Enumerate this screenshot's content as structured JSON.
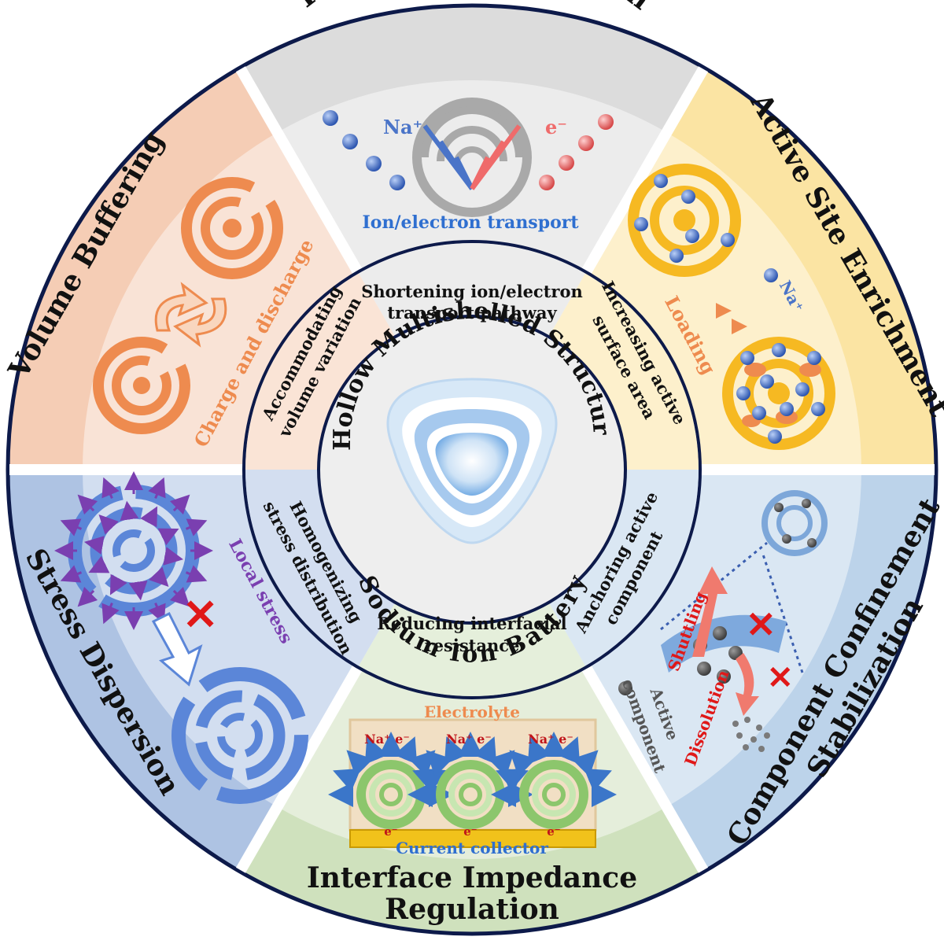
{
  "center": {
    "title": "Hollow Multishelled Structure",
    "subtitle": "Sodium Ion Battery"
  },
  "sectors": {
    "transport": {
      "title": "Transport Acceleration",
      "mid_line1": "Shortening ion/electron",
      "mid_line2": "transport pathway",
      "label_na": "Na⁺",
      "label_e": "e⁻",
      "caption": "Ion/electron transport"
    },
    "active_site": {
      "title": "Active Site Enrichment",
      "mid_line1": "Increasing active",
      "mid_line2": "surface area",
      "loading": "Loading",
      "na": "Na⁺"
    },
    "confinement": {
      "title_line1": "Component Confinement",
      "title_line2": "Stabilization",
      "mid_line1": "Anchoring active",
      "mid_line2": "component",
      "shuttling": "Shuttling",
      "dissolution": "Dissolution",
      "active_line1": "Active",
      "active_line2": "component"
    },
    "interface": {
      "title_line1": "Interface Impedance",
      "title_line2": "Regulation",
      "mid_line1": "Reducing interfacial",
      "mid_line2": "resistance",
      "electrolyte": "Electrolyte",
      "current_collector": "Current collector",
      "na_e": [
        "Na⁺ e⁻",
        "Na⁺ e⁻",
        "Na⁺ e⁻"
      ],
      "e_labels": [
        "e⁻",
        "e⁻",
        "e⁻"
      ]
    },
    "stress": {
      "title": "Stress Dispersion",
      "mid_line1": "Homogenizing",
      "mid_line2": "stress distribution",
      "local_stress": "Local stress"
    },
    "volume": {
      "title": "Volume Buffering",
      "mid_line1": "Accommodating",
      "mid_line2": "volume variation",
      "charge": "Charge and discharge"
    }
  },
  "colors": {
    "transport": "#dcdcdc",
    "active_site": "#fbe4a3",
    "confinement": "#bcd3ea",
    "interface": "#cfe1bd",
    "stress": "#aec3e3",
    "volume": "#f5cdb5",
    "outline": "#0d1a4a",
    "orange": "#ee8b4f",
    "gold": "#f6b922",
    "blue_ring": "#5b86d8",
    "green_ring": "#8cc66c",
    "na_blue": "#4a74c8",
    "e_red": "#f07a7a",
    "purple": "#7a3fb0"
  }
}
